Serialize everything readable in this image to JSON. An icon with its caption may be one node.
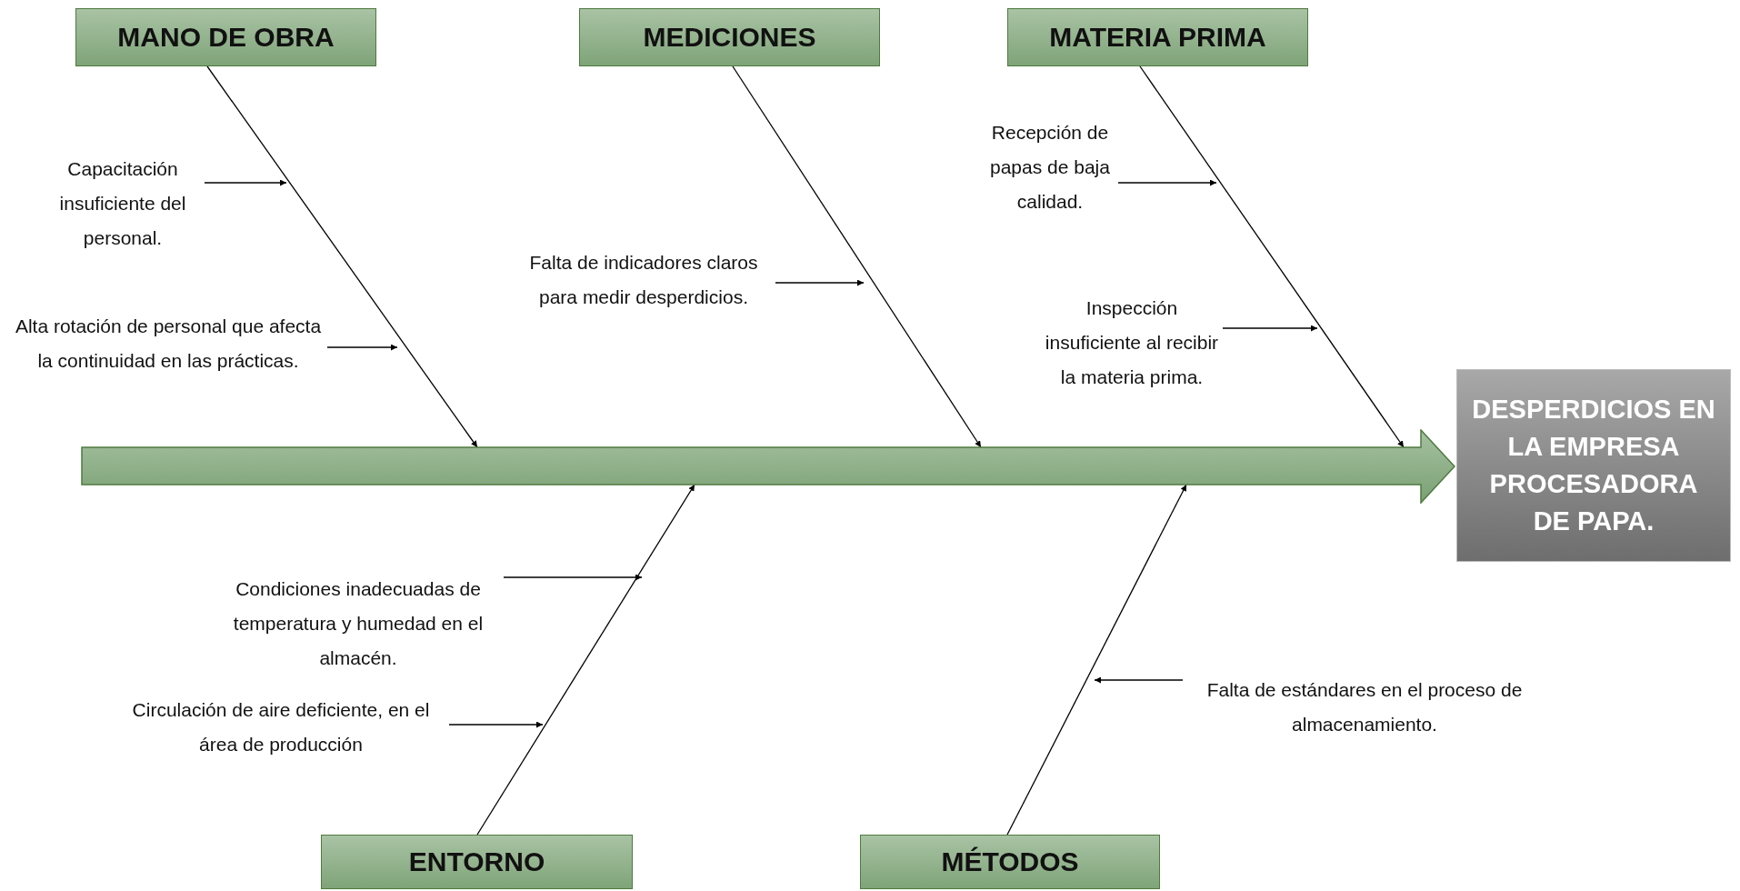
{
  "diagram": {
    "nodes": [
      {
        "text": [
          "MANO DE OBRA"
        ]
      },
      {
        "text": [
          "MEDICIONES"
        ]
      },
      {
        "text": [
          "MATERIA PRIMA"
        ]
      },
      {
        "text": [
          "Capacitación insuficiente del personal."
        ]
      },
      {
        "text": [
          "Alta rotación de personal que afecta la continuidad en las prácticas."
        ]
      },
      {
        "text": [
          "Falta de indicadores claros para medir desperdicios."
        ]
      },
      {
        "text": [
          "Recepción de papas de baja calidad."
        ]
      },
      {
        "text": [
          "Inspección insuficiente al recibir la materia prima."
        ]
      },
      {
        "text": [],
        "shape": "arrow"
      },
      {
        "text": [
          "DESPERDICIOS EN LA EMPRESA PROCESADORA DE PAPA."
        ]
      },
      {
        "text": [
          "Condiciones inadecuadas de temperatura y humedad en el almacén."
        ]
      },
      {
        "text": [
          "Circulación de aire deficiente, en el área de producción"
        ]
      },
      {
        "text": [
          "Falta de estándares en el proceso de almacenamiento."
        ]
      },
      {
        "text": [
          "ENTORNO"
        ]
      },
      {
        "text": [
          "MÉTODOS"
        ]
      }
    ],
    "edges": [
      {
        "from": 0,
        "to": 8,
        "arrow": "to"
      },
      {
        "from": 1,
        "to": 8,
        "arrow": "to"
      },
      {
        "from": 2,
        "to": 8,
        "arrow": "to"
      },
      {
        "from": 13,
        "to": 8,
        "arrow": "to"
      },
      {
        "from": 14,
        "to": 8,
        "arrow": "to"
      },
      {
        "from": 3,
        "to": null,
        "arrow": "to"
      },
      {
        "from": 4,
        "to": null,
        "arrow": "to"
      },
      {
        "from": 5,
        "to": null,
        "arrow": "to"
      },
      {
        "from": 6,
        "to": null,
        "arrow": "to"
      },
      {
        "from": 7,
        "to": null,
        "arrow": "to"
      },
      {
        "from": 10,
        "to": null,
        "arrow": "to"
      },
      {
        "from": 11,
        "to": null,
        "arrow": "to"
      },
      {
        "from": 12,
        "to": null,
        "arrow": "to"
      }
    ]
  }
}
